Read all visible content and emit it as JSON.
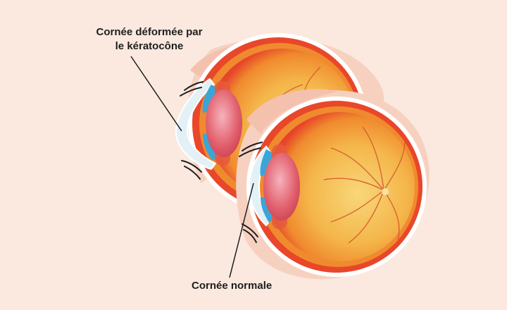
{
  "labels": {
    "keratoconus_line1": "Cornée déformée par",
    "keratoconus_line2": "le kératocône",
    "normal": "Cornée normale"
  },
  "colors": {
    "background": "#fbe9df",
    "socket": "#f7d1c0",
    "sclera_outer": "#ffffff",
    "retina_red": "#e8472a",
    "retina_orange": "#f29a2f",
    "fundus_yellow": "#f6c95a",
    "lens_red": "#dc4a5c",
    "iris_blue": "#3aa6d8",
    "vessel": "#d5522d",
    "leader_line": "#1e1e1e"
  },
  "icons": [
    "eye-cross-section",
    "eyelash"
  ]
}
